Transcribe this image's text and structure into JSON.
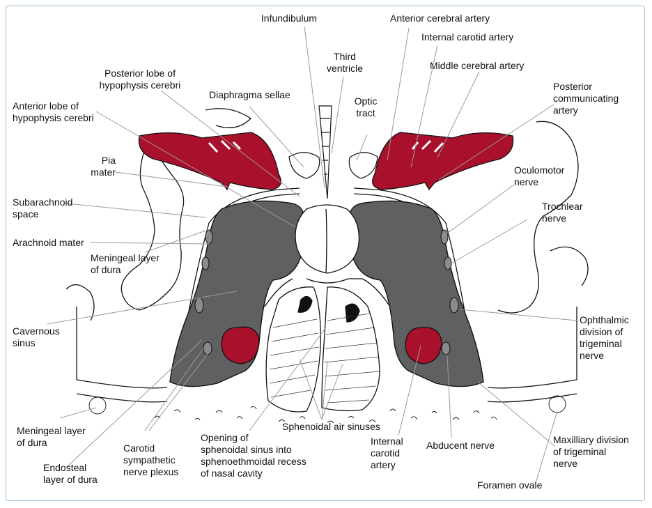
{
  "colors": {
    "artery": "#a8102c",
    "sinus": "#5f6062",
    "outline": "#111111",
    "leader": "#9a9a9a",
    "frame": "#9bbfd4"
  },
  "labels": {
    "infundibulum": "Infundibulum",
    "anterior_cerebral_artery": "Anterior cerebral artery",
    "internal_carotid_artery_top": "Internal carotid artery",
    "third_ventricle": "Third\nventricle",
    "middle_cerebral_artery": "Middle cerebral artery",
    "posterior_lobe": "Posterior lobe of\nhypophysis cerebri",
    "diaphragma_sellae": "Diaphragma sellae",
    "optic_tract": "Optic\ntract",
    "posterior_communicating_artery": "Posterior\ncommunicating\nartery",
    "anterior_lobe": "Anterior lobe of\nhypophysis cerebri",
    "pia_mater": "Pia\nmater",
    "oculomotor_nerve": "Oculomotor\nnerve",
    "subarachnoid_space": "Subarachnoid\nspace",
    "trochlear_nerve": "Trochlear\nnerve",
    "arachnoid_mater": "Arachnoid mater",
    "meningeal_layer_of_dura_top": "Meningeal layer\nof dura",
    "cavernous_sinus": "Cavernous\nsinus",
    "ophthalmic_division": "Ophthalmic\ndivision of\ntrigeminal\nnerve",
    "meningeal_layer_of_dura_bottom": "Meningeal layer\nof dura",
    "endosteal_layer": "Endosteal\nlayer of dura",
    "carotid_sympathetic": "Carotid\nsympathetic\nnerve plexus",
    "opening_sphenoidal": "Opening of\nsphenoidal sinus into\nsphenoethmoidal recess\nof nasal cavity",
    "sphenoidal_air_sinuses": "Sphenoidal air sinuses",
    "internal_carotid_artery_bottom": "Internal\ncarotid\nartery",
    "abducent_nerve": "Abducent nerve",
    "maxillary_division": "Maxilliary division\nof trigeminal\nnerve",
    "foramen_ovale": "Foramen ovale"
  }
}
